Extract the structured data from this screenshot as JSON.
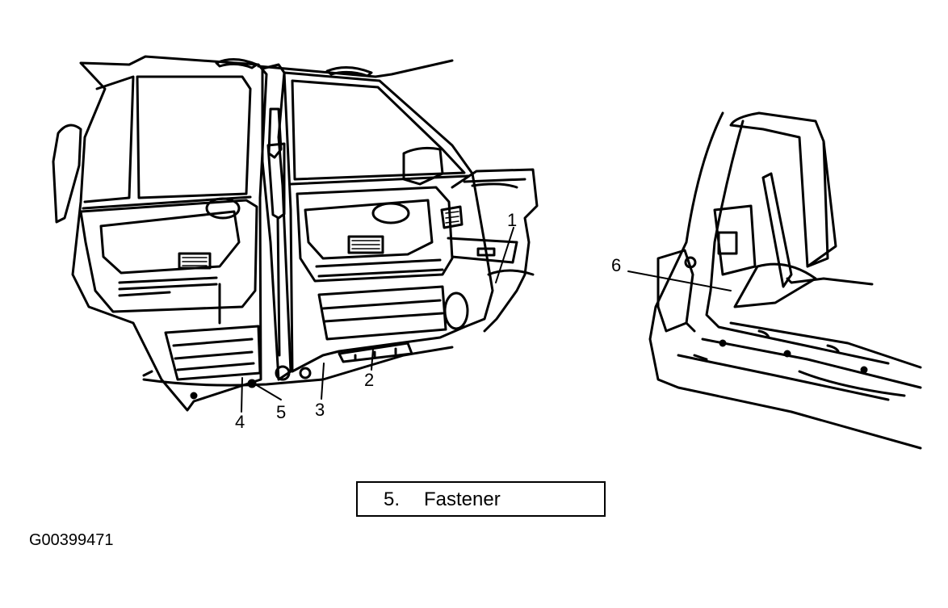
{
  "diagram": {
    "callouts": [
      {
        "id": "1",
        "label": "1"
      },
      {
        "id": "2",
        "label": "2"
      },
      {
        "id": "3",
        "label": "3"
      },
      {
        "id": "4",
        "label": "4"
      },
      {
        "id": "5",
        "label": "5"
      },
      {
        "id": "6",
        "label": "6"
      }
    ],
    "legend": {
      "number": "5.",
      "text": "Fastener"
    },
    "figure_id": "G00399471"
  }
}
